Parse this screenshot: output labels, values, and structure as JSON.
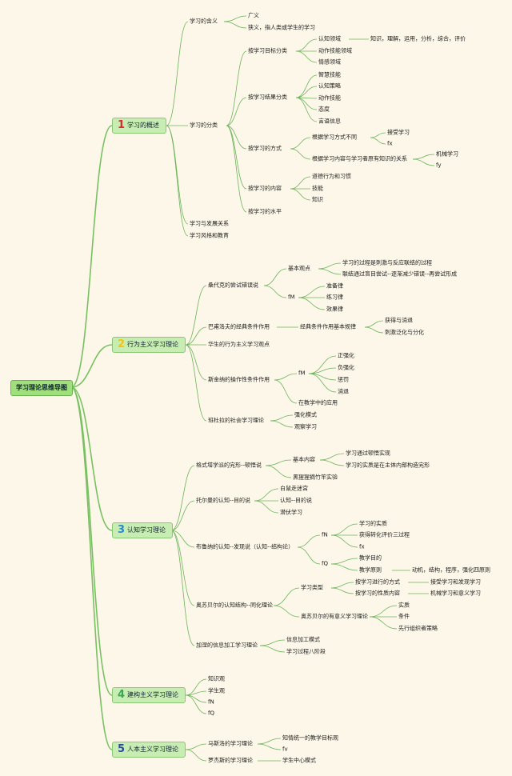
{
  "root": "学习理论思维导图",
  "b1": {
    "num": "1",
    "label": "学习的概述",
    "color": "#d62d2d"
  },
  "b2": {
    "num": "2",
    "label": "行为主义学习理论",
    "color": "#f0c419"
  },
  "b3": {
    "num": "3",
    "label": "认知学习理论",
    "color": "#2a88c9"
  },
  "b4": {
    "num": "4",
    "label": "建构主义学习理论",
    "color": "#3aa655"
  },
  "b5": {
    "num": "5",
    "label": "人本主义学习理论",
    "color": "#2a4d9b"
  },
  "n1": {
    "hanyi": "学习的含义",
    "guangyi": "广义",
    "xiayi": "狭义，指人类或学生的学习",
    "fenlei": "学习的分类",
    "mubiao": "按学习目标分类",
    "renzhi_ly": "认知领域",
    "renzhi_ly_sub": "知识，理解，运用，分析，综合，评价",
    "dongzuo_ly": "动作技能领域",
    "qinggan_ly": "情感领域",
    "jieguo": "按学习结果分类",
    "zhihui": "智慧技能",
    "celue": "认知策略",
    "dongzuo_jn": "动作技能",
    "taidu": "态度",
    "yanyu": "言语信息",
    "fangshi": "按学习的方式",
    "butong": "根据学习方式不同",
    "jieshou": "接受学习",
    "fx": "fx",
    "guanxi": "根据学习内容与学习者原有知识的关系",
    "jixie": "机械学习",
    "fy": "fy",
    "neirong": "按学习的内容",
    "daode": "道德行为和习惯",
    "jineng": "技能",
    "zhishi": "知识",
    "shuiping": "按学习的水平",
    "fazhan": "学习与发展关系",
    "fengge": "学习风格和教育"
  },
  "n2": {
    "sang": "桑代克的尝试错误说",
    "jiben": "基本观点",
    "guocheng": "学习的过程是刺激与反应联结的过程",
    "lianjie": "联结通过盲目尝试--逐渐减少错误--再尝试形成",
    "fM": "fM",
    "zhunbei": "准备律",
    "lianxi": "练习律",
    "xiaoguo": "效果律",
    "ba": "巴甫洛夫的经典条件作用",
    "jingdian": "经典条件作用基本规律",
    "huode": "获得与消退",
    "fanhua": "刺激泛化与分化",
    "hua": "华生的行为主义学习观点",
    "si": "斯金纳的操作性条件作用",
    "fM2": "fM",
    "zheng": "正强化",
    "fu": "负强化",
    "chengfa": "惩罚",
    "xiaotui": "消退",
    "jiaoxue": "在教学中的应用",
    "ban": "班杜拉的社会学习理论",
    "qianghua": "强化模式",
    "guancha": "观察学习"
  },
  "n3": {
    "ge": "格式塔学派的完形--顿悟说",
    "jbnr": "基本内容",
    "dunwu": "学习通过顿悟实现",
    "wanxing": "学习的实质是在主体内部构造完形",
    "heixing": "黑猩猩摘竹竿实验",
    "tuo": "托尔曼的认知--目的说",
    "baishu": "白鼠走迷宫",
    "rz_md": "认知--目的说",
    "qianfu": "潜伏学习",
    "bu": "布鲁纳的认知--发现说（认知--结构论）",
    "fN": "fN",
    "shizhi": "学习的实质",
    "huode3": "获得转化评价三过程",
    "fx3": "fx",
    "fQ": "fQ",
    "mudi": "教学目的",
    "yuanze": "教学原则",
    "yuanze_sub": "动机，结构，程序，强化四原则",
    "ao": "奥苏贝尔的认知结构--同化理论",
    "leixing": "学习类型",
    "fs_jx": "按学习进行的方式",
    "fs_jx_sub": "接受学习和发现学习",
    "xz_nr": "按学习的性质内容",
    "xz_nr_sub": "机械学习和意义学习",
    "youyi": "奥苏贝尔的有意义学习理论",
    "shizhi3": "实质",
    "tiaojian": "条件",
    "xianxing": "先行组织者策略",
    "jia": "加涅的信息加工学习理论",
    "xinxi": "信息加工模式",
    "bajieduan": "学习过程八阶段"
  },
  "n4": {
    "zsg": "知识观",
    "xsg": "学生观",
    "fN": "fN",
    "fQ": "fQ"
  },
  "n5": {
    "ma": "马斯洛的学习理论",
    "zhiqing": "知情统一的教学目标观",
    "fv": "fv",
    "luo": "罗杰斯的学习理论",
    "xszx": "学生中心模式"
  }
}
